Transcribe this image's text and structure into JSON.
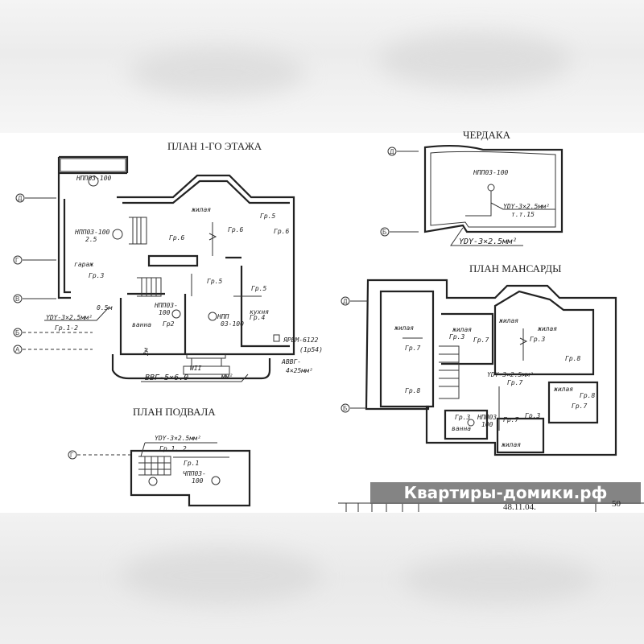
{
  "plans": {
    "first_floor": {
      "title": "ПЛАН 1-ГО ЭТАЖА",
      "rooms": [
        "жилая",
        "гараж",
        "ванна",
        "кухня"
      ],
      "labels": [
        "НПП03-100",
        "НПП03-100",
        "2.5",
        "Гр.6",
        "Гр.5",
        "Гр.6",
        "Гр.6",
        "Гр.3",
        "Гр.5",
        "Гр.5",
        "Гр.4",
        "НПП03-",
        "100",
        "Гр2",
        "НПП",
        "03-100",
        "0.5м",
        "2м",
        "WII"
      ],
      "cables": [
        "YDY-3×2.5мм²",
        "Гр.1-2",
        "ВВГ-5×6.0",
        "мм²",
        "ЯРВМ-6122",
        "(1р54)",
        "АВВГ-",
        "4×25мм²"
      ],
      "axes": [
        "Д",
        "Г",
        "В",
        "Б",
        "А"
      ]
    },
    "attic": {
      "title": "ЧЕРДАКА",
      "labels": [
        "НПП03-100",
        "YDY-3×2.5мм²",
        "т.т.15",
        "YDY-3×2.5мм²"
      ],
      "axes": [
        "Д",
        "Б"
      ]
    },
    "mansard": {
      "title": "ПЛАН МАНСАРДЫ",
      "rooms": [
        "жилая",
        "жилая",
        "жилая",
        "жилая",
        "жилая",
        "жилая",
        "ванна"
      ],
      "labels": [
        "Гр.7",
        "Гр.8",
        "Гр.3",
        "Гр.7",
        "Гр.3",
        "Гр.8",
        "YDY-3×2.5мм²",
        "Гр.7",
        "Гр.8",
        "Гр.7",
        "Гр.7",
        "Гр.3",
        "Гр.3",
        "НПП03",
        "100"
      ],
      "axes": [
        "Д",
        "Б"
      ]
    },
    "basement": {
      "title": "ПЛАН ПОДВАЛА",
      "labels": [
        "YDY-3×2.5мм²",
        "Гр.1, 2.",
        "Гр.1",
        "ЧПП03-",
        "100"
      ],
      "axes": [
        "Г"
      ]
    }
  },
  "watermark": "Квартиры-домики.рф",
  "title_block": {
    "code": "48.11.04.",
    "sheet": "50"
  }
}
